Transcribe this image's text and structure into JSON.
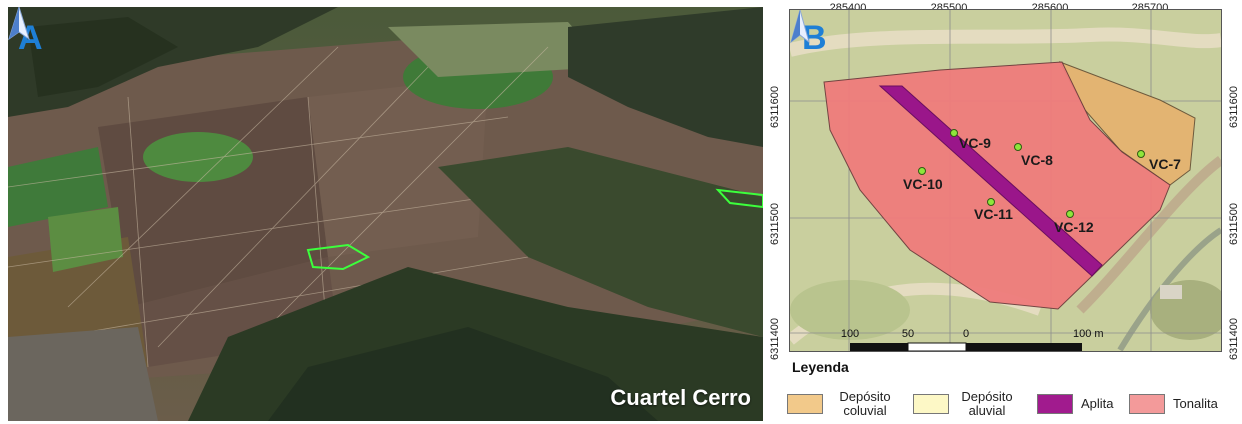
{
  "panel_a": {
    "letter": "A",
    "place": "Cuartel Cerro",
    "north_icon": "north-arrow-icon"
  },
  "panel_b": {
    "letter": "B",
    "north_icon": "north-arrow-icon",
    "easting_ticks": [
      "285400",
      "285500",
      "285600",
      "285700"
    ],
    "northing_ticks": [
      "6311600",
      "6311500",
      "6311400"
    ],
    "samples": [
      "VC-7",
      "VC-8",
      "VC-9",
      "VC-10",
      "VC-11",
      "VC-12"
    ],
    "scale": {
      "labels": [
        "100",
        "50",
        "0",
        "100 m"
      ]
    },
    "legend": {
      "title": "Leyenda",
      "items": [
        {
          "label": "Depósito coluvial",
          "color": "#f2c98a"
        },
        {
          "label": "Depósito aluvial",
          "color": "#fdf8c6"
        },
        {
          "label": "Aplita",
          "color": "#a11b8e"
        },
        {
          "label": "Tonalita",
          "color": "#f39a9a"
        }
      ]
    }
  }
}
